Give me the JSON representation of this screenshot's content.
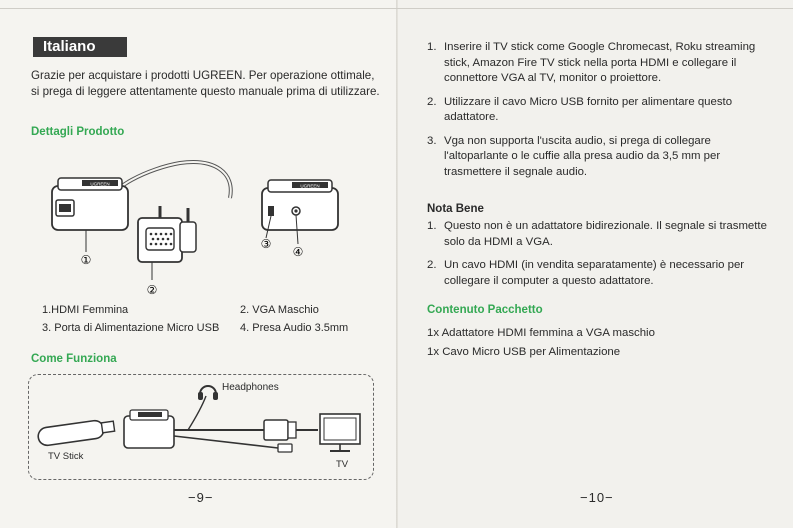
{
  "left_page": {
    "language": "Italiano",
    "intro": "Grazie per acquistare i prodotti UGREEN. Per operazione ottimale, si prega di leggere attentamente questo manuale prima di utilizzare.",
    "product_details_title": "Dettagli Prodotto",
    "callouts": [
      "①",
      "②",
      "③",
      "④"
    ],
    "legend": [
      "1.HDMI Femmina",
      "2. VGA Maschio",
      "3. Porta di Alimentazione Micro USB",
      "4. Presa Audio 3.5mm"
    ],
    "how_it_works_title": "Come Funziona",
    "diagram_labels": {
      "headphones": "Headphones",
      "tv_stick": "TV Stick",
      "tv": "TV"
    },
    "page_number": "−9−"
  },
  "right_page": {
    "steps": [
      {
        "num": "1.",
        "text": "Inserire il TV stick come Google Chromecast, Roku streaming stick, Amazon Fire TV stick nella porta HDMI e collegare il connettore VGA al TV, monitor o proiettore."
      },
      {
        "num": "2.",
        "text": "Utilizzare il cavo Micro USB fornito per alimentare questo adattatore."
      },
      {
        "num": "3.",
        "text": "Vga non supporta l'uscita audio, si prega di collegare l'altoparlante o le cuffie alla presa audio da 3,5 mm per trasmettere il segnale audio."
      }
    ],
    "note_title": "Nota Bene",
    "notes": [
      {
        "num": "1.",
        "text": "Questo non è un adattatore bidirezionale. Il segnale si trasmette solo da HDMI a VGA."
      },
      {
        "num": "2.",
        "text": "Un cavo HDMI (in vendita separatamente) è necessario per collegare il computer a questo adattatore."
      }
    ],
    "package_title": "Contenuto Pacchetto",
    "package_items": [
      "1x Adattatore HDMI femmina a VGA maschio",
      "1x Cavo Micro USB per Alimentazione"
    ],
    "page_number": "−10−"
  },
  "brand_logo": "UGREEN",
  "colors": {
    "accent_green": "#34a853",
    "badge_bg": "#3a3a3a",
    "text": "#2a2a2a"
  }
}
